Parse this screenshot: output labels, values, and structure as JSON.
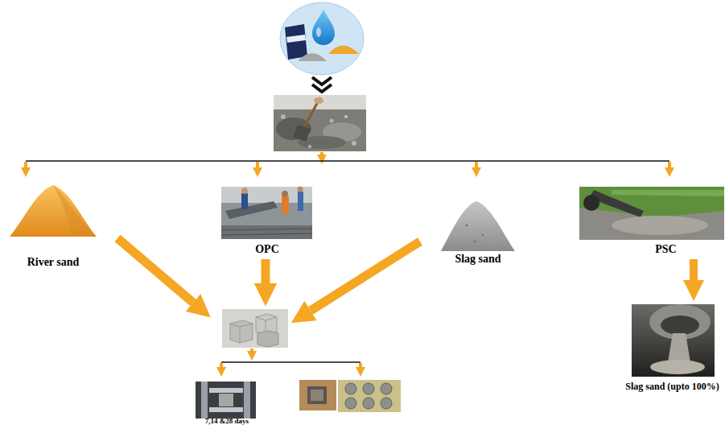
{
  "diagram": {
    "nodes": [
      {
        "text": [
          "River sand"
        ]
      },
      {
        "text": [
          "OPC"
        ]
      },
      {
        "text": [
          "Slag sand"
        ]
      },
      {
        "text": [
          "PSC"
        ]
      },
      {
        "text": [
          "Slag sand (upto 100%)"
        ]
      },
      {
        "text": [
          "7,14 &28 days"
        ]
      }
    ],
    "edges": [
      {
        "from": 3,
        "to": 4,
        "arrow": "to"
      }
    ]
  }
}
